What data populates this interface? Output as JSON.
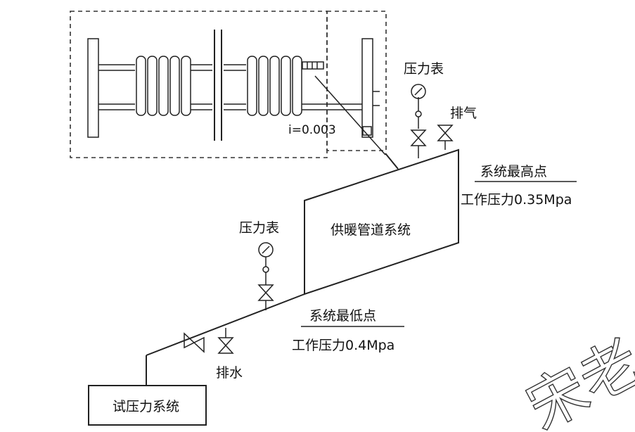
{
  "labels": {
    "pressure_gauge_top": "压力表",
    "vent": "排气",
    "highest_point": "系统最高点",
    "working_pressure_high": "工作压力0.35Mpa",
    "heating_system": "供暖管道系统",
    "pressure_gauge_mid": "压力表",
    "lowest_point": "系统最低点",
    "working_pressure_low": "工作压力0.4Mpa",
    "drain": "排水",
    "test_system": "试压力系统",
    "slope": "i=0.003"
  },
  "watermark": "宋老"
}
